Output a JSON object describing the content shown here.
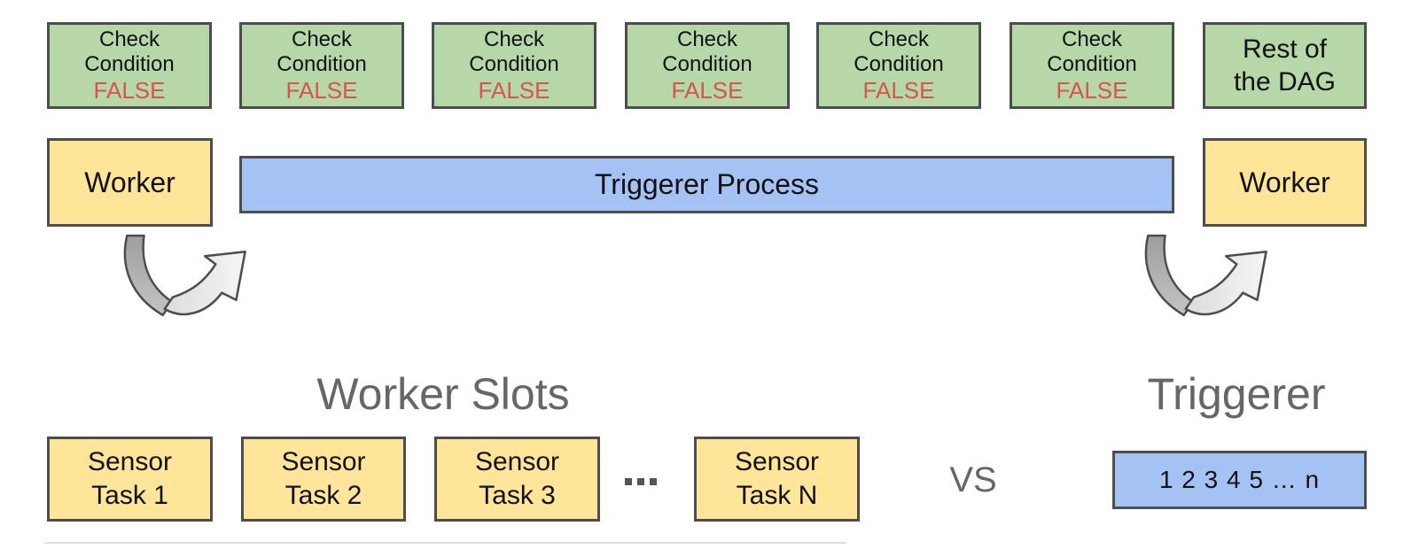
{
  "colors": {
    "green": "#b6d7a8",
    "yellow": "#ffe599",
    "blue": "#a4c2f4",
    "border": "#4d4d4d",
    "false_red": "#d9534f",
    "heading_gray": "#666666",
    "arrow_dark": "#a8a8a8",
    "arrow_light": "#ededed",
    "dots": "#555555"
  },
  "top_row": {
    "check_boxes": [
      {
        "lines": [
          "Check",
          "Condition"
        ],
        "status": "FALSE"
      },
      {
        "lines": [
          "Check",
          "Condition"
        ],
        "status": "FALSE"
      },
      {
        "lines": [
          "Check",
          "Condition"
        ],
        "status": "FALSE"
      },
      {
        "lines": [
          "Check",
          "Condition"
        ],
        "status": "FALSE"
      },
      {
        "lines": [
          "Check",
          "Condition"
        ],
        "status": "FALSE"
      },
      {
        "lines": [
          "Check",
          "Condition"
        ],
        "status": "FALSE"
      }
    ],
    "rest_of_dag": {
      "lines": [
        "Rest of",
        "the DAG"
      ]
    }
  },
  "middle_row": {
    "worker_left": "Worker",
    "triggerer_process": "Triggerer Process",
    "worker_right": "Worker"
  },
  "headings": {
    "worker_slots": "Worker Slots",
    "triggerer": "Triggerer",
    "vs": "VS"
  },
  "bottom_row": {
    "sensor_tasks": [
      {
        "lines": [
          "Sensor",
          "Task 1"
        ]
      },
      {
        "lines": [
          "Sensor",
          "Task 2"
        ]
      },
      {
        "lines": [
          "Sensor",
          "Task 3"
        ]
      },
      {
        "lines": [
          "Sensor",
          "Task N"
        ]
      }
    ],
    "triggerer_slots": "1 2 3 4 5 … n"
  },
  "icons": {
    "curved_arrow_left": "curved-swoosh-arrow",
    "curved_arrow_right": "curved-swoosh-arrow"
  }
}
